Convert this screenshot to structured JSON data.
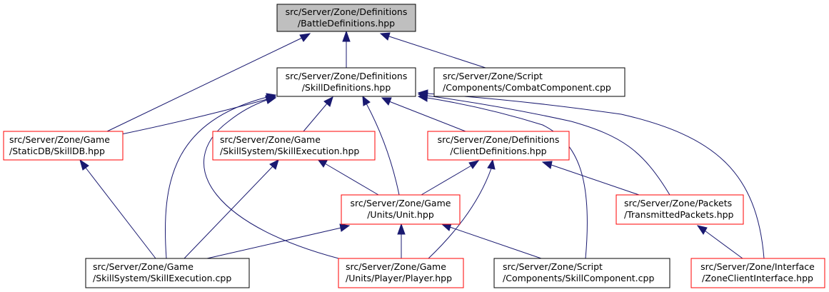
{
  "colors": {
    "edge": "#191970",
    "root_fill": "#bfbfbf",
    "border_red": "#ff0000",
    "border_black": "#000000"
  },
  "nodes": {
    "battle_definitions": {
      "line1": "src/Server/Zone/Definitions",
      "line2": "/BattleDefinitions.hpp"
    },
    "skill_definitions": {
      "line1": "src/Server/Zone/Definitions",
      "line2": "/SkillDefinitions.hpp"
    },
    "combat_component": {
      "line1": "src/Server/Zone/Script",
      "line2": "/Components/CombatComponent.cpp"
    },
    "skill_db": {
      "line1": "src/Server/Zone/Game",
      "line2": "/StaticDB/SkillDB.hpp"
    },
    "skill_execution_hpp": {
      "line1": "src/Server/Zone/Game",
      "line2": "/SkillSystem/SkillExecution.hpp"
    },
    "client_definitions": {
      "line1": "src/Server/Zone/Definitions",
      "line2": "/ClientDefinitions.hpp"
    },
    "unit": {
      "line1": "src/Server/Zone/Game",
      "line2": "/Units/Unit.hpp"
    },
    "transmitted_packets": {
      "line1": "src/Server/Zone/Packets",
      "line2": "/TransmittedPackets.hpp"
    },
    "skill_execution_cpp": {
      "line1": "src/Server/Zone/Game",
      "line2": "/SkillSystem/SkillExecution.cpp"
    },
    "player": {
      "line1": "src/Server/Zone/Game",
      "line2": "/Units/Player/Player.hpp"
    },
    "skill_component": {
      "line1": "src/Server/Zone/Script",
      "line2": "/Components/SkillComponent.cpp"
    },
    "zone_client_interface": {
      "line1": "src/Server/Zone/Interface",
      "line2": "/ZoneClientInterface.hpp"
    }
  }
}
